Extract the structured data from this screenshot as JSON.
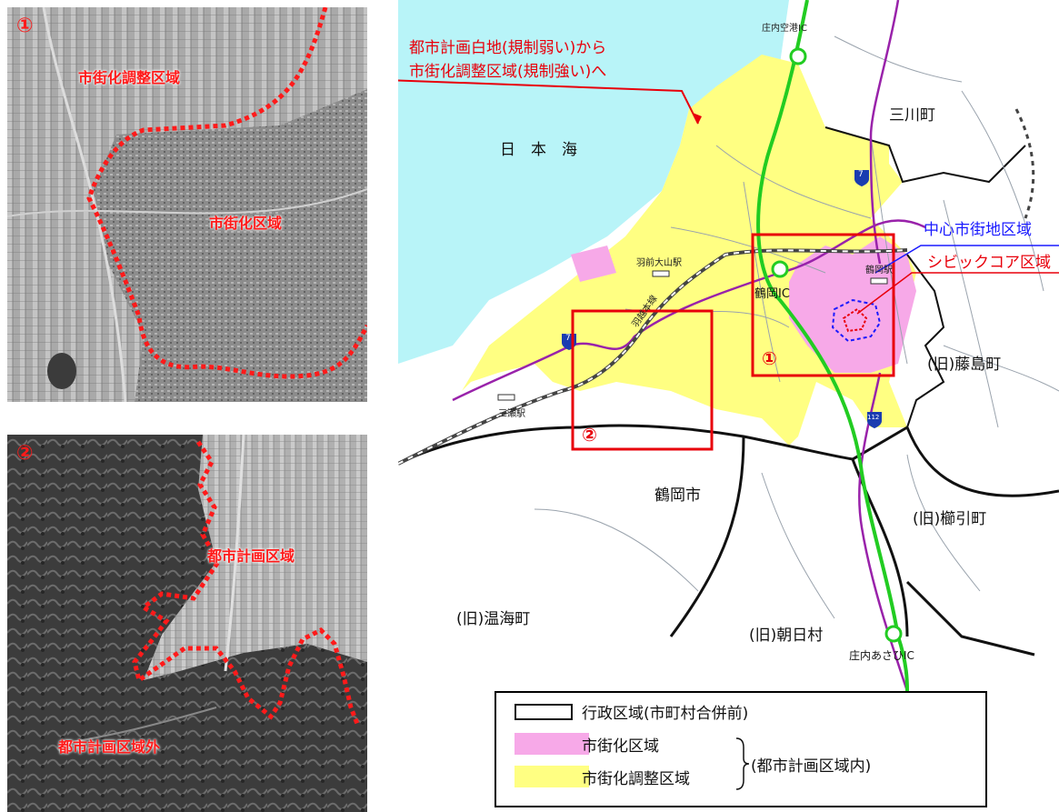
{
  "photos": [
    {
      "number": "①",
      "labels": [
        {
          "name": "urbanization-control-area-label",
          "text": "市街化調整区域"
        },
        {
          "name": "urbanization-area-label",
          "text": "市街化区域"
        }
      ]
    },
    {
      "number": "②",
      "labels": [
        {
          "name": "city-planning-area-label",
          "text": "都市計画区域"
        },
        {
          "name": "outside-city-planning-area-label",
          "text": "都市計画区域外"
        }
      ]
    }
  ],
  "map": {
    "annotation_line1": "都市計画白地(規制弱い)から",
    "annotation_line2": "市街化調整区域(規制強い)へ",
    "sea": "日　本　海",
    "mikawa": "三川町",
    "tsuruoka_city": "鶴岡市",
    "fujishima": "(旧)藤島町",
    "kushibiki": "(旧)櫛引町",
    "atsumi": "(旧)温海町",
    "asahi": "(旧)朝日村",
    "shonai_airport_ic": "庄内空港IC",
    "tsuruoka_ic": "鶴岡IC",
    "shonai_asahi_ic": "庄内あさひIC",
    "tsuruoka_station": "鶴岡駅",
    "haze_oyama_station": "羽前大山駅",
    "sanze_station": "三瀬駅",
    "uetsu_line": "羽越本線",
    "central_district": "中心市街地区域",
    "civic_core": "シビックコア区域",
    "route7": "7",
    "route7b": "7",
    "route112": "112",
    "box1": "①",
    "box2": "②",
    "colors": {
      "urbanization": "#f7a9e8",
      "control": "#ffff82",
      "sea": "#b8f4f8",
      "highway": "#22cc22",
      "national_road": "#9922aa"
    }
  },
  "legend": {
    "admin": "行政区域(市町村合併前)",
    "urbanization": "市街化区域",
    "control": "市街化調整区域",
    "inside": "(都市計画区域内)"
  }
}
